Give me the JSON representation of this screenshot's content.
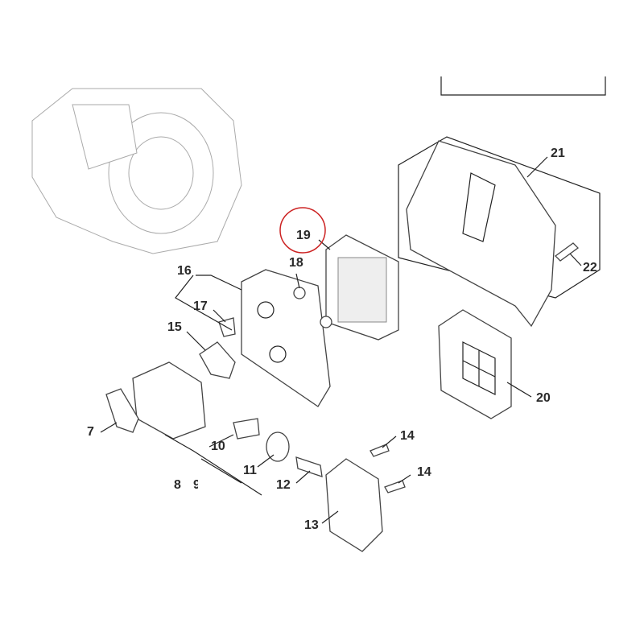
{
  "diagram": {
    "labels": {
      "p7": "7",
      "p8": "8",
      "p9": "9",
      "p10": "10",
      "p11": "11",
      "p12": "12",
      "p13": "13",
      "p14a": "14",
      "p14b": "14",
      "p15": "15",
      "p16": "16",
      "p17": "17",
      "p18": "18",
      "p19": "19",
      "p20": "20",
      "p21": "21",
      "p22": "22"
    },
    "highlight_color": "#cc2222"
  }
}
